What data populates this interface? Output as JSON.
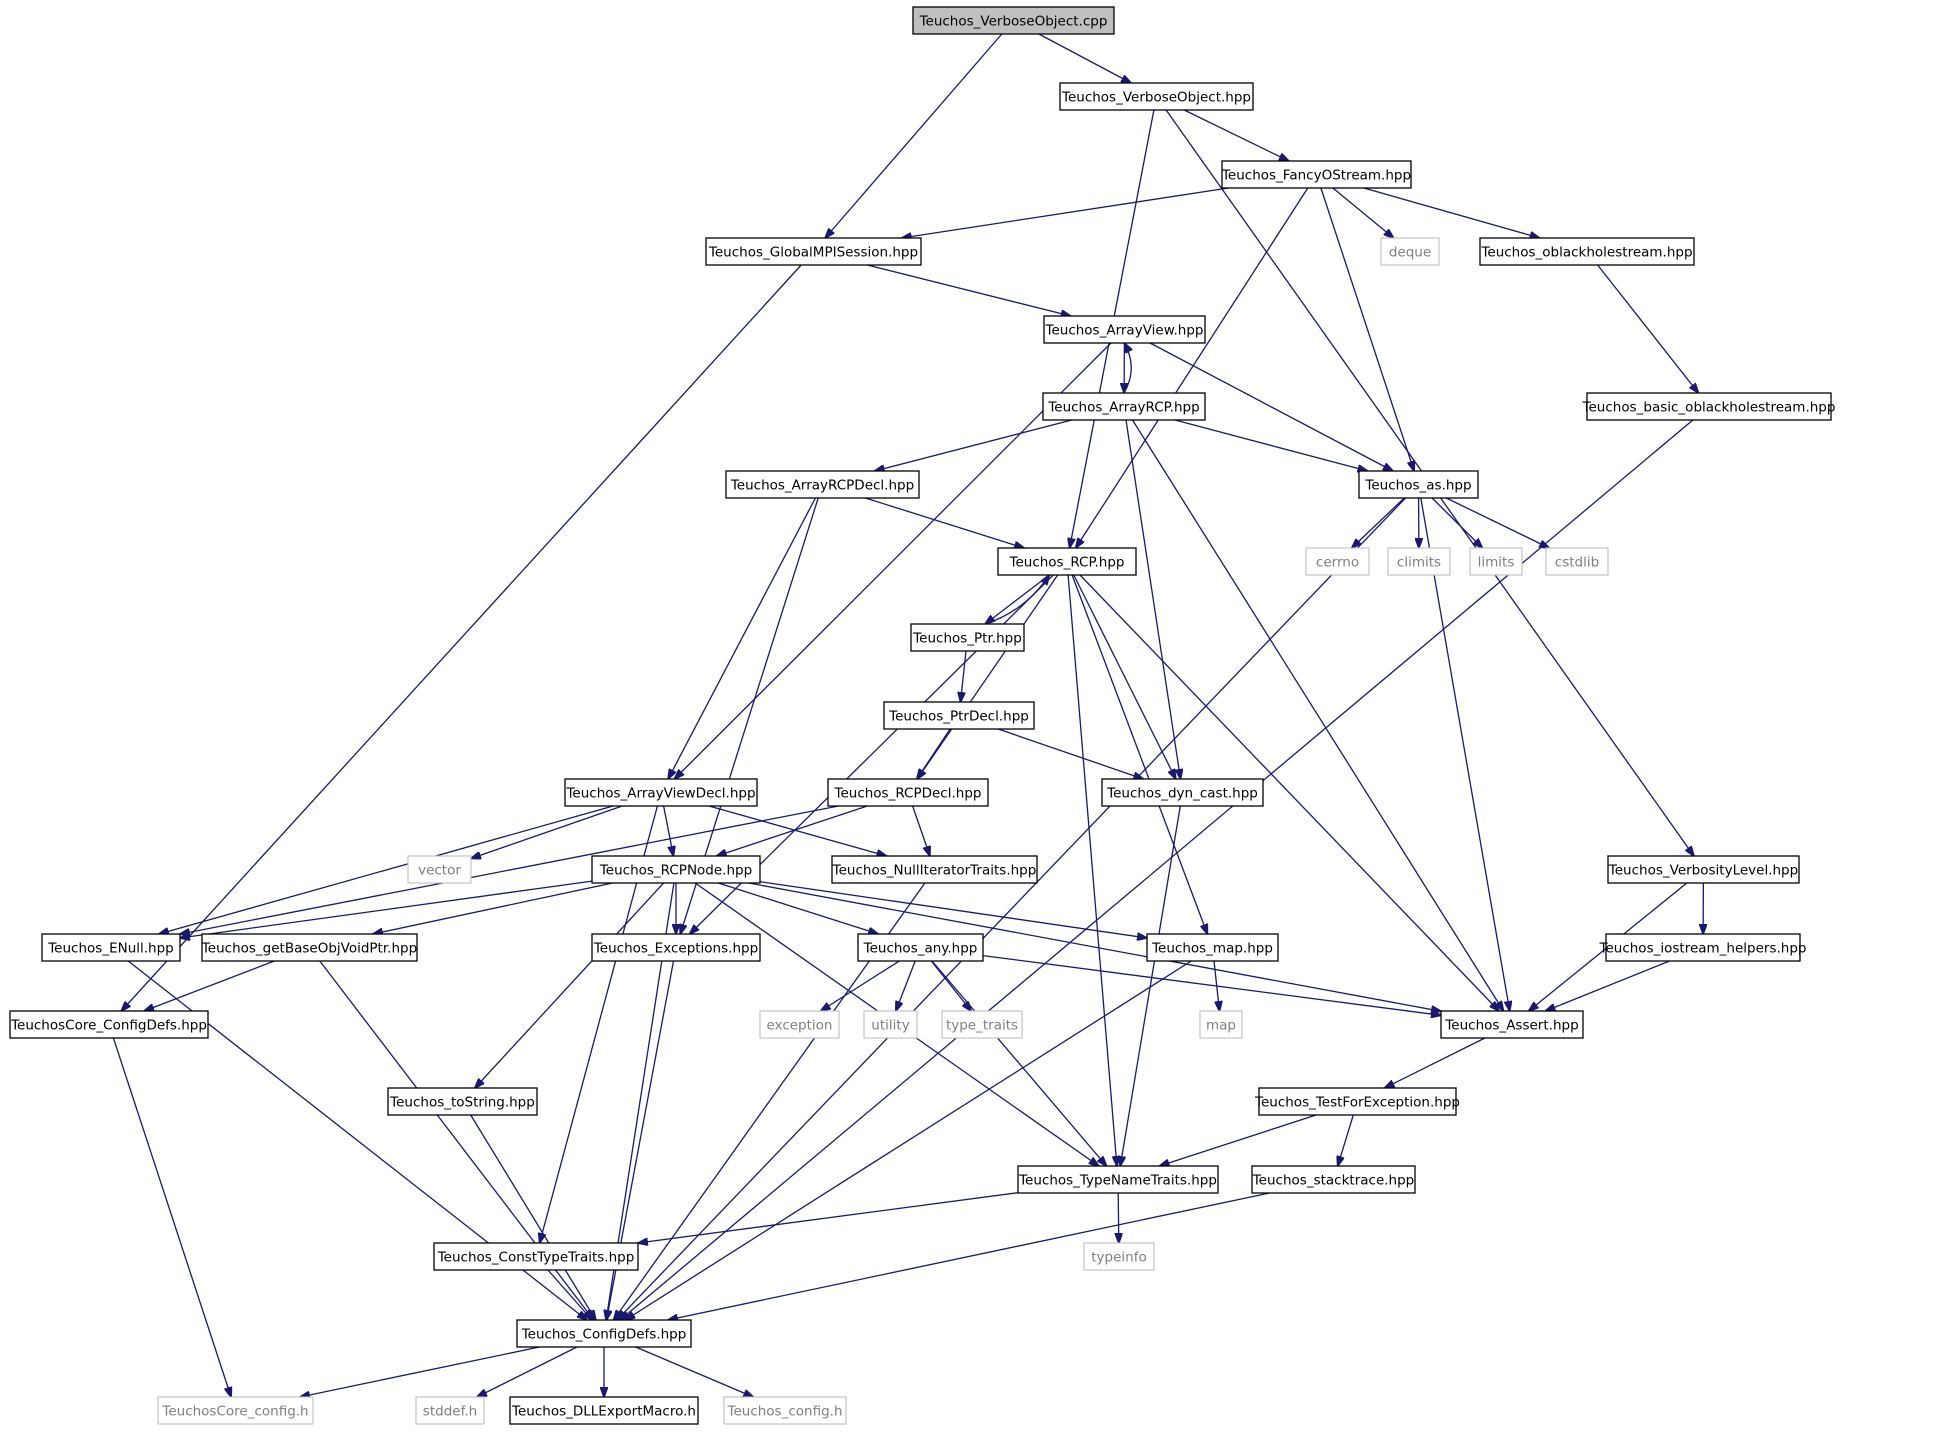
{
  "diagram": {
    "type": "include-dependency-graph",
    "colors": {
      "edge": "#191970",
      "node_border": "#000000",
      "root_fill": "#bfbfbf",
      "system_border": "#bfbfbf",
      "system_text": "#7f7f7f"
    },
    "nodes": {
      "verbose_object_cpp": {
        "label": "Teuchos_VerboseObject.cpp",
        "kind": "root"
      },
      "verbose_object_hpp": {
        "label": "Teuchos_VerboseObject.hpp",
        "kind": "file"
      },
      "fancy_ostream": {
        "label": "Teuchos_FancyOStream.hpp",
        "kind": "file"
      },
      "global_mpi_session": {
        "label": "Teuchos_GlobalMPISession.hpp",
        "kind": "file"
      },
      "deque": {
        "label": "deque",
        "kind": "system"
      },
      "oblackholestream": {
        "label": "Teuchos_oblackholestream.hpp",
        "kind": "file"
      },
      "array_view": {
        "label": "Teuchos_ArrayView.hpp",
        "kind": "file"
      },
      "array_rcp": {
        "label": "Teuchos_ArrayRCP.hpp",
        "kind": "file"
      },
      "basic_oblackholestream": {
        "label": "Teuchos_basic_oblackholestream.hpp",
        "kind": "file"
      },
      "array_rcp_decl": {
        "label": "Teuchos_ArrayRCPDecl.hpp",
        "kind": "file"
      },
      "as": {
        "label": "Teuchos_as.hpp",
        "kind": "file"
      },
      "rcp": {
        "label": "Teuchos_RCP.hpp",
        "kind": "file"
      },
      "cerrno": {
        "label": "cerrno",
        "kind": "system"
      },
      "climits": {
        "label": "climits",
        "kind": "system"
      },
      "limits": {
        "label": "limits",
        "kind": "system"
      },
      "cstdlib": {
        "label": "cstdlib",
        "kind": "system"
      },
      "ptr": {
        "label": "Teuchos_Ptr.hpp",
        "kind": "file"
      },
      "ptr_decl": {
        "label": "Teuchos_PtrDecl.hpp",
        "kind": "file"
      },
      "array_view_decl": {
        "label": "Teuchos_ArrayViewDecl.hpp",
        "kind": "file"
      },
      "rcp_decl": {
        "label": "Teuchos_RCPDecl.hpp",
        "kind": "file"
      },
      "dyn_cast": {
        "label": "Teuchos_dyn_cast.hpp",
        "kind": "file"
      },
      "vector": {
        "label": "vector",
        "kind": "system"
      },
      "rcp_node": {
        "label": "Teuchos_RCPNode.hpp",
        "kind": "file"
      },
      "null_iterator_traits": {
        "label": "Teuchos_NullIteratorTraits.hpp",
        "kind": "file"
      },
      "verbosity_level": {
        "label": "Teuchos_VerbosityLevel.hpp",
        "kind": "file"
      },
      "enull": {
        "label": "Teuchos_ENull.hpp",
        "kind": "file"
      },
      "get_base_obj_void_ptr": {
        "label": "Teuchos_getBaseObjVoidPtr.hpp",
        "kind": "file"
      },
      "exceptions": {
        "label": "Teuchos_Exceptions.hpp",
        "kind": "file"
      },
      "any": {
        "label": "Teuchos_any.hpp",
        "kind": "file"
      },
      "map_hpp": {
        "label": "Teuchos_map.hpp",
        "kind": "file"
      },
      "iostream_helpers": {
        "label": "Teuchos_iostream_helpers.hpp",
        "kind": "file"
      },
      "core_config_defs": {
        "label": "TeuchosCore_ConfigDefs.hpp",
        "kind": "file"
      },
      "exception": {
        "label": "exception",
        "kind": "system"
      },
      "utility": {
        "label": "utility",
        "kind": "system"
      },
      "type_traits": {
        "label": "type_traits",
        "kind": "system"
      },
      "map": {
        "label": "map",
        "kind": "system"
      },
      "assert": {
        "label": "Teuchos_Assert.hpp",
        "kind": "file"
      },
      "to_string": {
        "label": "Teuchos_toString.hpp",
        "kind": "file"
      },
      "test_for_exception": {
        "label": "Teuchos_TestForException.hpp",
        "kind": "file"
      },
      "type_name_traits": {
        "label": "Teuchos_TypeNameTraits.hpp",
        "kind": "file"
      },
      "stacktrace": {
        "label": "Teuchos_stacktrace.hpp",
        "kind": "file"
      },
      "const_type_traits": {
        "label": "Teuchos_ConstTypeTraits.hpp",
        "kind": "file"
      },
      "typeinfo": {
        "label": "typeinfo",
        "kind": "system"
      },
      "config_defs": {
        "label": "Teuchos_ConfigDefs.hpp",
        "kind": "file"
      },
      "core_config_h": {
        "label": "TeuchosCore_config.h",
        "kind": "system"
      },
      "stddef": {
        "label": "stddef.h",
        "kind": "system"
      },
      "dll_export_macro": {
        "label": "Teuchos_DLLExportMacro.h",
        "kind": "file"
      },
      "config_h": {
        "label": "Teuchos_config.h",
        "kind": "system"
      }
    },
    "edges": [
      [
        "verbose_object_cpp",
        "global_mpi_session"
      ],
      [
        "verbose_object_cpp",
        "verbose_object_hpp"
      ],
      [
        "verbose_object_hpp",
        "fancy_ostream"
      ],
      [
        "verbose_object_hpp",
        "rcp"
      ],
      [
        "verbose_object_hpp",
        "verbosity_level"
      ],
      [
        "fancy_ostream",
        "global_mpi_session"
      ],
      [
        "fancy_ostream",
        "deque"
      ],
      [
        "fancy_ostream",
        "oblackholestream"
      ],
      [
        "fancy_ostream",
        "rcp"
      ],
      [
        "fancy_ostream",
        "as"
      ],
      [
        "global_mpi_session",
        "array_view"
      ],
      [
        "global_mpi_session",
        "core_config_defs"
      ],
      [
        "oblackholestream",
        "basic_oblackholestream"
      ],
      [
        "basic_oblackholestream",
        "config_defs"
      ],
      [
        "array_view",
        "array_rcp"
      ],
      [
        "array_view",
        "array_view_decl"
      ],
      [
        "array_view",
        "as"
      ],
      [
        "array_rcp",
        "array_view"
      ],
      [
        "array_rcp",
        "array_rcp_decl"
      ],
      [
        "array_rcp",
        "as"
      ],
      [
        "array_rcp",
        "dyn_cast"
      ],
      [
        "array_rcp",
        "assert"
      ],
      [
        "array_rcp_decl",
        "rcp"
      ],
      [
        "array_rcp_decl",
        "array_view_decl"
      ],
      [
        "array_rcp_decl",
        "exceptions"
      ],
      [
        "as",
        "cerrno"
      ],
      [
        "as",
        "climits"
      ],
      [
        "as",
        "limits"
      ],
      [
        "as",
        "cstdlib"
      ],
      [
        "as",
        "assert"
      ],
      [
        "as",
        "config_defs"
      ],
      [
        "rcp",
        "ptr"
      ],
      [
        "rcp",
        "rcp_decl"
      ],
      [
        "rcp",
        "dyn_cast"
      ],
      [
        "rcp",
        "exceptions"
      ],
      [
        "rcp",
        "type_name_traits"
      ],
      [
        "rcp",
        "map_hpp"
      ],
      [
        "rcp",
        "assert"
      ],
      [
        "ptr",
        "rcp"
      ],
      [
        "ptr",
        "ptr_decl"
      ],
      [
        "ptr_decl",
        "rcp_decl"
      ],
      [
        "ptr_decl",
        "dyn_cast"
      ],
      [
        "array_view_decl",
        "rcp_node"
      ],
      [
        "array_view_decl",
        "vector"
      ],
      [
        "array_view_decl",
        "enull"
      ],
      [
        "array_view_decl",
        "null_iterator_traits"
      ],
      [
        "array_view_decl",
        "const_type_traits"
      ],
      [
        "rcp_decl",
        "rcp_node"
      ],
      [
        "rcp_decl",
        "null_iterator_traits"
      ],
      [
        "rcp_decl",
        "enull"
      ],
      [
        "dyn_cast",
        "type_name_traits"
      ],
      [
        "rcp_node",
        "enull"
      ],
      [
        "rcp_node",
        "get_base_obj_void_ptr"
      ],
      [
        "rcp_node",
        "exceptions"
      ],
      [
        "rcp_node",
        "any"
      ],
      [
        "rcp_node",
        "map_hpp"
      ],
      [
        "rcp_node",
        "assert"
      ],
      [
        "rcp_node",
        "to_string"
      ],
      [
        "rcp_node",
        "type_name_traits"
      ],
      [
        "rcp_node",
        "config_defs"
      ],
      [
        "null_iterator_traits",
        "config_defs"
      ],
      [
        "verbosity_level",
        "iostream_helpers"
      ],
      [
        "verbosity_level",
        "assert"
      ],
      [
        "iostream_helpers",
        "assert"
      ],
      [
        "enull",
        "config_defs"
      ],
      [
        "get_base_obj_void_ptr",
        "core_config_defs"
      ],
      [
        "get_base_obj_void_ptr",
        "config_defs"
      ],
      [
        "exceptions",
        "config_defs"
      ],
      [
        "any",
        "exception"
      ],
      [
        "any",
        "utility"
      ],
      [
        "any",
        "type_traits"
      ],
      [
        "any",
        "assert"
      ],
      [
        "any",
        "type_name_traits"
      ],
      [
        "map_hpp",
        "map"
      ],
      [
        "map_hpp",
        "config_defs"
      ],
      [
        "core_config_defs",
        "core_config_h"
      ],
      [
        "assert",
        "test_for_exception"
      ],
      [
        "test_for_exception",
        "type_name_traits"
      ],
      [
        "test_for_exception",
        "stacktrace"
      ],
      [
        "to_string",
        "config_defs"
      ],
      [
        "type_name_traits",
        "typeinfo"
      ],
      [
        "type_name_traits",
        "const_type_traits"
      ],
      [
        "stacktrace",
        "config_defs"
      ],
      [
        "const_type_traits",
        "config_defs"
      ],
      [
        "config_defs",
        "core_config_h"
      ],
      [
        "config_defs",
        "stddef"
      ],
      [
        "config_defs",
        "dll_export_macro"
      ],
      [
        "config_defs",
        "config_h"
      ]
    ]
  }
}
